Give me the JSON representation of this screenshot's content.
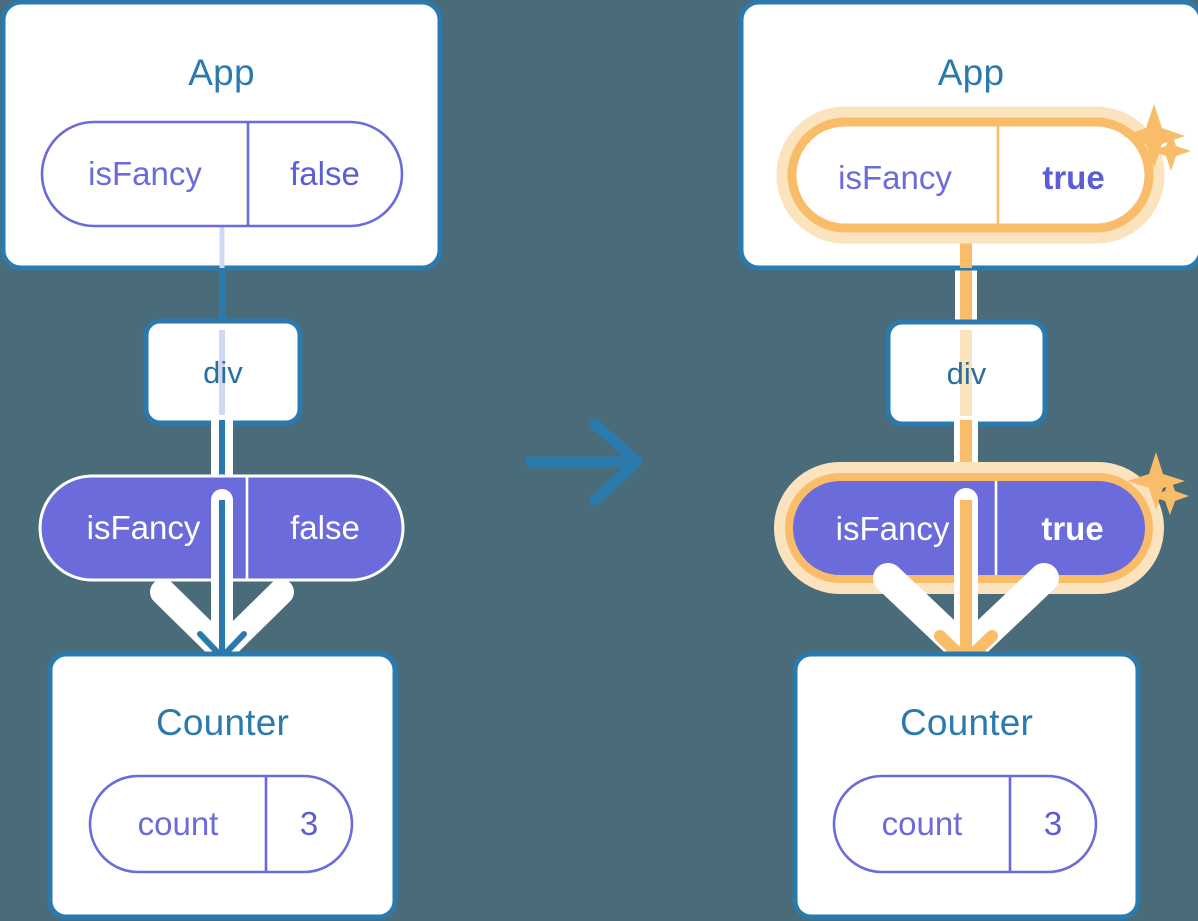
{
  "diagram": {
    "type": "react-state-propagation",
    "background_color": "#4a6b79",
    "accent_blue": "#2b7aad",
    "accent_purple": "#6b6bdb",
    "accent_purple_fill": "#6b6bdb",
    "accent_orange": "#f9bd6a",
    "accent_orange_glow": "#fbe3bd",
    "transition_arrow": "arrow-right"
  },
  "before": {
    "app": {
      "title": "App",
      "state_pill": {
        "key": "isFancy",
        "value": "false",
        "highlighted": false
      }
    },
    "div": {
      "label": "div"
    },
    "prop_pill": {
      "key": "isFancy",
      "value": "false",
      "highlighted": false,
      "filled": true
    },
    "counter": {
      "title": "Counter",
      "state_pill": {
        "key": "count",
        "value": "3",
        "highlighted": false
      }
    }
  },
  "after": {
    "app": {
      "title": "App",
      "state_pill": {
        "key": "isFancy",
        "value": "true",
        "highlighted": true,
        "sparkles": 2
      }
    },
    "div": {
      "label": "div"
    },
    "prop_pill": {
      "key": "isFancy",
      "value": "true",
      "highlighted": true,
      "filled": true,
      "sparkles": 2
    },
    "counter": {
      "title": "Counter",
      "state_pill": {
        "key": "count",
        "value": "3",
        "highlighted": false
      }
    }
  }
}
